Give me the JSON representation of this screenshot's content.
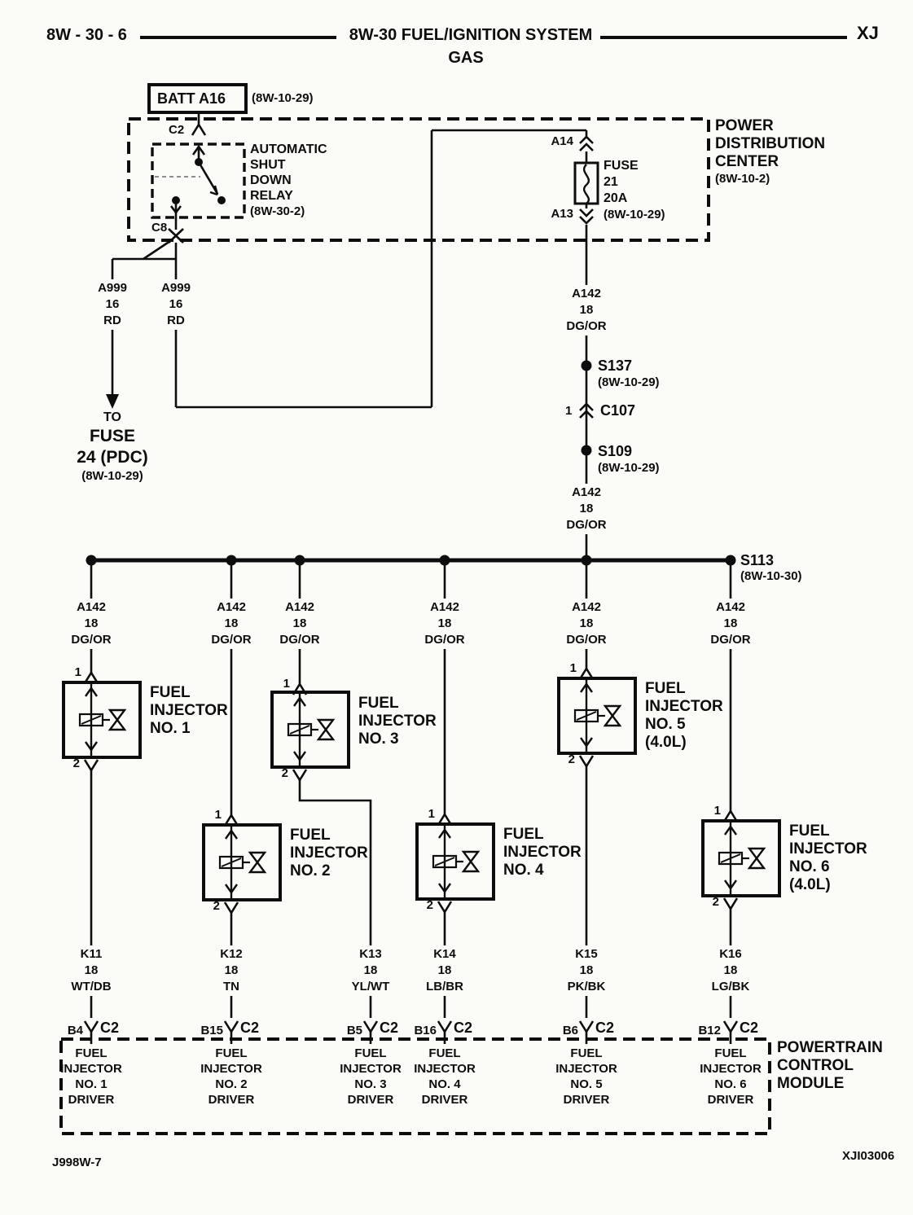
{
  "header": {
    "page_number": "8W - 30 - 6",
    "title": "8W-30 FUEL/IGNITION SYSTEM",
    "subtitle": "GAS",
    "vehicle_code": "XJ"
  },
  "battery": {
    "label": "BATT A16",
    "ref": "(8W-10-29)"
  },
  "pdc": {
    "name": [
      "POWER",
      "DISTRIBUTION",
      "CENTER"
    ],
    "ref": "(8W-10-2)"
  },
  "asd_relay": {
    "connector_top": "C2",
    "name": [
      "AUTOMATIC",
      "SHUT",
      "DOWN",
      "RELAY"
    ],
    "ref": "(8W-30-2)",
    "connector_bottom": "C8"
  },
  "fuse": {
    "pin_in": "A14",
    "lines": [
      "FUSE",
      "21",
      "20A",
      "(8W-10-29)"
    ],
    "pin_out": "A13"
  },
  "wire_a999_left": {
    "circuit": "A999",
    "gauge": "16",
    "color": "RD"
  },
  "wire_a999_right": {
    "circuit": "A999",
    "gauge": "16",
    "color": "RD"
  },
  "to_fuse_note": {
    "line1": "TO",
    "line2": "FUSE",
    "line3": "24 (PDC)",
    "ref": "(8W-10-29)"
  },
  "wire_a142_upper": {
    "circuit": "A142",
    "gauge": "18",
    "color": "DG/OR"
  },
  "splice_s137": {
    "label": "S137",
    "ref": "(8W-10-29)"
  },
  "connector_c107": {
    "pin": "1",
    "label": "C107"
  },
  "splice_s109": {
    "label": "S109",
    "ref": "(8W-10-29)"
  },
  "wire_a142_lower": {
    "circuit": "A142",
    "gauge": "18",
    "color": "DG/OR"
  },
  "splice_s113": {
    "label": "S113",
    "ref": "(8W-10-30)"
  },
  "branch_wires": [
    {
      "circuit": "A142",
      "gauge": "18",
      "color": "DG/OR"
    },
    {
      "circuit": "A142",
      "gauge": "18",
      "color": "DG/OR"
    },
    {
      "circuit": "A142",
      "gauge": "18",
      "color": "DG/OR"
    },
    {
      "circuit": "A142",
      "gauge": "18",
      "color": "DG/OR"
    },
    {
      "circuit": "A142",
      "gauge": "18",
      "color": "DG/OR"
    },
    {
      "circuit": "A142",
      "gauge": "18",
      "color": "DG/OR"
    }
  ],
  "injectors": [
    {
      "pin1": "1",
      "pin2": "2",
      "name": [
        "FUEL",
        "INJECTOR",
        "NO. 1"
      ]
    },
    {
      "pin1": "1",
      "pin2": "2",
      "name": [
        "FUEL",
        "INJECTOR",
        "NO. 2"
      ]
    },
    {
      "pin1": "1",
      "pin2": "2",
      "name": [
        "FUEL",
        "INJECTOR",
        "NO. 3"
      ]
    },
    {
      "pin1": "1",
      "pin2": "2",
      "name": [
        "FUEL",
        "INJECTOR",
        "NO. 4"
      ]
    },
    {
      "pin1": "1",
      "pin2": "2",
      "name": [
        "FUEL",
        "INJECTOR",
        "NO. 5",
        "(4.0L)"
      ]
    },
    {
      "pin1": "1",
      "pin2": "2",
      "name": [
        "FUEL",
        "INJECTOR",
        "NO. 6",
        "(4.0L)"
      ]
    }
  ],
  "driver_wires": [
    {
      "circuit": "K11",
      "gauge": "18",
      "color": "WT/DB"
    },
    {
      "circuit": "K12",
      "gauge": "18",
      "color": "TN"
    },
    {
      "circuit": "K13",
      "gauge": "18",
      "color": "YL/WT"
    },
    {
      "circuit": "K14",
      "gauge": "18",
      "color": "LB/BR"
    },
    {
      "circuit": "K15",
      "gauge": "18",
      "color": "PK/BK"
    },
    {
      "circuit": "K16",
      "gauge": "18",
      "color": "LG/BK"
    }
  ],
  "pcm": {
    "pins": [
      {
        "cavity": "B4",
        "connector": "C2"
      },
      {
        "cavity": "B15",
        "connector": "C2"
      },
      {
        "cavity": "B5",
        "connector": "C2"
      },
      {
        "cavity": "B16",
        "connector": "C2"
      },
      {
        "cavity": "B6",
        "connector": "C2"
      },
      {
        "cavity": "B12",
        "connector": "C2"
      }
    ],
    "drivers": [
      [
        "FUEL",
        "INJECTOR",
        "NO. 1",
        "DRIVER"
      ],
      [
        "FUEL",
        "INJECTOR",
        "NO. 2",
        "DRIVER"
      ],
      [
        "FUEL",
        "INJECTOR",
        "NO. 3",
        "DRIVER"
      ],
      [
        "FUEL",
        "INJECTOR",
        "NO. 4",
        "DRIVER"
      ],
      [
        "FUEL",
        "INJECTOR",
        "NO. 5",
        "DRIVER"
      ],
      [
        "FUEL",
        "INJECTOR",
        "NO. 6",
        "DRIVER"
      ]
    ],
    "name": [
      "POWERTRAIN",
      "CONTROL",
      "MODULE"
    ]
  },
  "footer": {
    "sheet_code": "J998W-7",
    "drawing_code": "XJI03006"
  }
}
